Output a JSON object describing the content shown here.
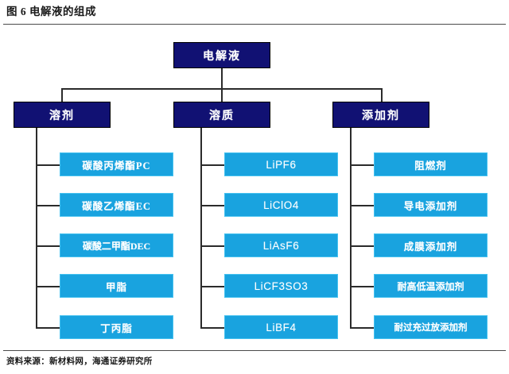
{
  "header": {
    "title": "图 6  电解液的组成"
  },
  "footer": {
    "source": "资料来源：新材料网，海通证券研究所"
  },
  "colors": {
    "root_fill": "#111173",
    "leaf_fill": "#19A3DF",
    "line": "#2b2b2b",
    "rule": "#4a4a4a",
    "text_on_node": "#ffffff",
    "page_background": "#ffffff"
  },
  "diagram": {
    "type": "tree",
    "root": {
      "label": "电解液"
    },
    "branches": [
      {
        "label": "溶剂",
        "children": [
          {
            "label": "碳酸丙烯酯PC"
          },
          {
            "label": "碳酸乙烯酯EC"
          },
          {
            "label": "碳酸二甲酯DEC"
          },
          {
            "label": "甲脂"
          },
          {
            "label": "丁丙脂"
          }
        ]
      },
      {
        "label": "溶质",
        "children": [
          {
            "label": "LiPF6"
          },
          {
            "label": "LiClO4"
          },
          {
            "label": "LiAsF6"
          },
          {
            "label": "LiCF3SO3"
          },
          {
            "label": "LiBF4"
          }
        ]
      },
      {
        "label": "添加剂",
        "children": [
          {
            "label": "阻燃剂"
          },
          {
            "label": "导电添加剂"
          },
          {
            "label": "成膜添加剂"
          },
          {
            "label": "耐高低温添加剂"
          },
          {
            "label": "耐过充过放添加剂"
          }
        ]
      }
    ]
  }
}
